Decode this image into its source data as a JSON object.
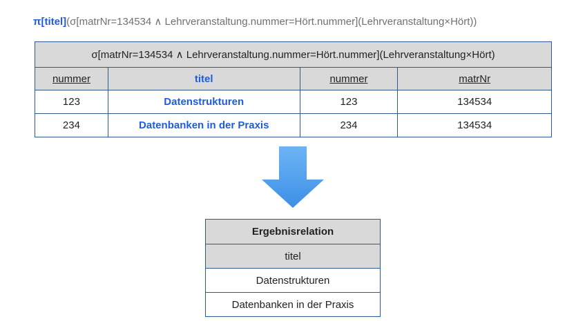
{
  "formula": {
    "projection": "π[titel]",
    "rest": "(σ[matrNr=134534 ∧ Lehrveranstaltung.nummer=Hört.nummer](Lehrveranstaltung×Hört))"
  },
  "top_table": {
    "title": "σ[matrNr=134534 ∧ Lehrveranstaltung.nummer=Hört.nummer](Lehrveranstaltung×Hört)",
    "headers": [
      "nummer",
      "titel",
      "nummer",
      "matrNr"
    ],
    "rows": [
      [
        "123",
        "Datenstrukturen",
        "123",
        "134534"
      ],
      [
        "234",
        "Datenbanken in der Praxis",
        "234",
        "134534"
      ]
    ]
  },
  "result_table": {
    "title": "Ergebnisrelation",
    "header": "titel",
    "rows": [
      "Datenstrukturen",
      "Datenbanken in der Praxis"
    ]
  },
  "colors": {
    "highlight": "#1f5bdc",
    "header_bg": "#d9d9d9",
    "border": "#2c5a8c",
    "arrow": "#4a9ff0"
  },
  "icons": {
    "arrow": "down-arrow-icon"
  }
}
